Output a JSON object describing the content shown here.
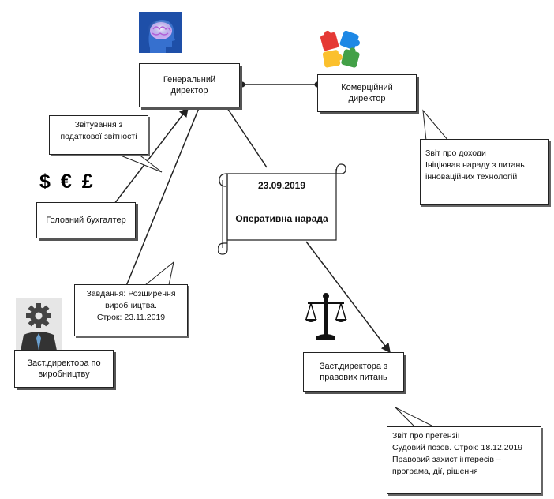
{
  "nodes": {
    "general_director": [
      "Генеральний",
      "директор"
    ],
    "commercial_director": [
      "Комерційний",
      "директор"
    ],
    "chief_accountant": "Головний бухгалтер",
    "deputy_production": [
      "Заст.директора  по",
      "виробництву"
    ],
    "deputy_legal": [
      "Заст.директора  з",
      "правових питань"
    ]
  },
  "meeting_scroll": {
    "date": "23.09.2019",
    "title": "Оперативна нарада"
  },
  "callouts": {
    "tax_report": [
      "Звітування з",
      "податкової звітності"
    ],
    "revenue_report": [
      "Звіт про доходи",
      "Ініціював нараду з питань",
      "інноваційних технологій"
    ],
    "production_task": [
      "Завдання: Розширення",
      "виробництва.",
      "Строк: 23.11.2019"
    ],
    "legal_report": [
      "Звіт про претензії",
      "Судовий позов. Строк: 18.12.2019",
      "Правовий захист інтересів –",
      "програма, дії, рішення"
    ]
  },
  "currency_symbols": "$ € £",
  "icons": [
    "brain-head-icon",
    "puzzle-cubes-icon",
    "gear-person-icon",
    "scales-icon"
  ],
  "colors": {
    "line": "#222222",
    "brain_bg": "#1e4fa8",
    "brain_glow": "#e8b7ff"
  }
}
